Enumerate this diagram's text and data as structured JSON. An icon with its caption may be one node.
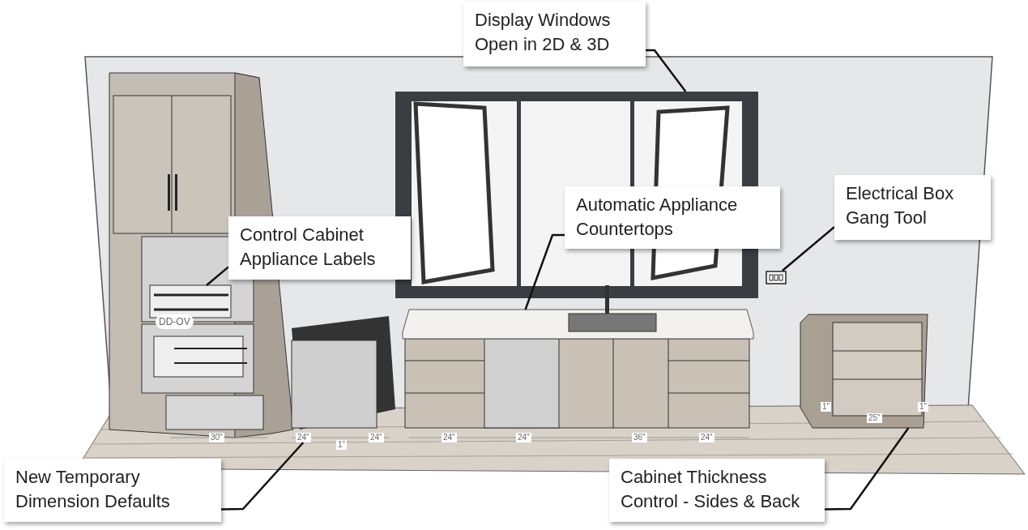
{
  "diagram": {
    "nodes": [
      {
        "text": [
          "Display Windows Open in 2D & 3D"
        ]
      },
      {
        "text": [],
        "shape": "picture"
      },
      {
        "text": [
          "Automatic Appliance Countertops"
        ]
      },
      {
        "text": [],
        "shape": "picture"
      },
      {
        "text": [
          "Electrical Box Gang Tool"
        ]
      },
      {
        "text": [],
        "shape": "picture"
      },
      {
        "text": [
          "Control Cabinet Appliance Labels"
        ]
      },
      {
        "text": [],
        "shape": "picture"
      },
      {
        "text": [
          "New Temporary Dimension Defaults"
        ]
      },
      {
        "text": [
          "Cabinet Thickness Control - Sides & Back"
        ]
      },
      {
        "text": [],
        "shape": "picture"
      },
      {
        "text": [
          "24\""
        ]
      }
    ],
    "edges": [
      {
        "from": 0,
        "to": 1,
        "arrow": "none"
      },
      {
        "from": 2,
        "to": 3,
        "arrow": "none"
      },
      {
        "from": 4,
        "to": 5,
        "arrow": "none"
      },
      {
        "from": 6,
        "to": 7,
        "arrow": "none"
      },
      {
        "from": 8,
        "to": 11,
        "arrow": "none"
      },
      {
        "from": 9,
        "to": 10,
        "arrow": "none"
      }
    ],
    "labels": [
      "DD-OV",
      "30\"",
      "1\"",
      "24\"",
      "24\"",
      "24\"",
      "36\"",
      "24\"",
      "1\"",
      "25\"",
      "1\""
    ]
  }
}
